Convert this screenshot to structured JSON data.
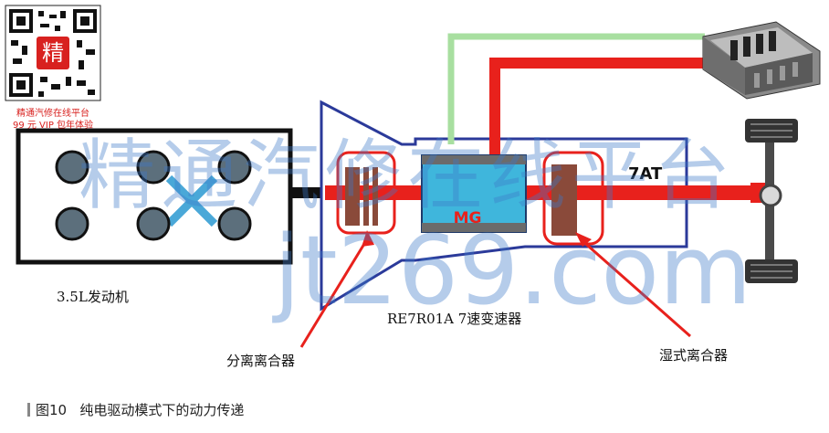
{
  "qr": {
    "badge": "精",
    "line1": "精通汽修在线平台",
    "line2": "99 元 VIP 包年体验"
  },
  "diagram": {
    "engine_label": "3.5L发动机",
    "mg_label": "MG",
    "at_label": "7AT",
    "transmission_label": "RE7R01A  7速变速器",
    "separation_clutch_label": "分离离合器",
    "wet_clutch_label": "湿式离合器",
    "colors": {
      "power_flow": "#e8211c",
      "housing": "#2b3a9a",
      "mg": "#3fb6dc",
      "clutch": "#8a4a3a",
      "signal": "#a8dfa0"
    }
  },
  "caption": {
    "figure": "图10",
    "text": "纯电驱动模式下的动力传递"
  },
  "watermark": {
    "text_cn": "精通汽修在线平台",
    "url": "jt269.com"
  }
}
